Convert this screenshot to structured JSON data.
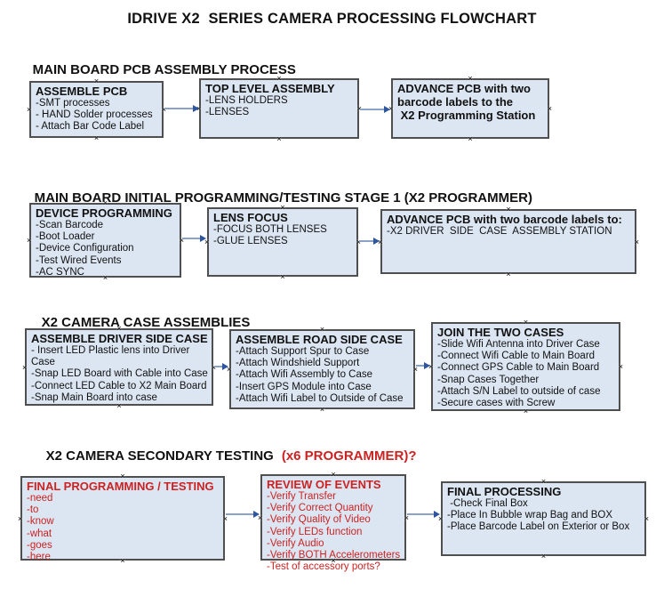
{
  "title": "IDRIVE X2  SERIES CAMERA PROCESSING FLOWCHART",
  "handle_glyph": "×",
  "colors": {
    "box_fill": "#dce6f2",
    "box_border": "#4f4f4f",
    "accent_red": "#cc2222",
    "arrow_line": "#8aa2c8",
    "arrow_head": "#2d55a0",
    "text_black": "#111111",
    "background": "#ffffff"
  },
  "sections": [
    {
      "heading": "MAIN BOARD PCB ASSEMBLY PROCESS",
      "boxes": [
        {
          "title": "ASSEMBLE PCB",
          "items": [
            "-SMT processes",
            "- HAND Solder processes",
            "- Attach Bar Code Label"
          ]
        },
        {
          "title": "TOP LEVEL ASSEMBLY",
          "items": [
            "-LENS HOLDERS",
            "-LENSES"
          ]
        },
        {
          "title": "ADVANCE PCB with two\nbarcode labels to the\n X2 Programming Station",
          "items": []
        }
      ]
    },
    {
      "heading": "MAIN BOARD INITIAL PROGRAMMING/TESTING STAGE 1 (X2 PROGRAMMER)",
      "boxes": [
        {
          "title": "DEVICE PROGRAMMING",
          "items": [
            "-Scan Barcode",
            "-Boot Loader",
            "-Device Configuration",
            "-Test Wired Events",
            "-AC SYNC"
          ]
        },
        {
          "title": "LENS FOCUS",
          "items": [
            "-FOCUS BOTH LENSES",
            "-GLUE LENSES"
          ]
        },
        {
          "title": "ADVANCE PCB with two barcode labels to:",
          "items": [
            "-X2 DRIVER  SIDE  CASE  ASSEMBLY STATION"
          ]
        }
      ]
    },
    {
      "heading": "X2 CAMERA CASE ASSEMBLIES",
      "boxes": [
        {
          "title": "ASSEMBLE DRIVER SIDE CASE",
          "items": [
            "- Insert LED Plastic lens into Driver Case",
            "-Snap LED Board with Cable into Case",
            "-Connect LED Cable to X2 Main Board",
            "-Snap Main Board into case"
          ]
        },
        {
          "title": "ASSEMBLE ROAD SIDE CASE",
          "items": [
            "-Attach Support Spur to Case",
            "-Attach Windshield Support",
            "-Attach Wifi Assembly to Case",
            "-Insert GPS Module into Case",
            "-Attach Wifi Label to Outside of Case"
          ]
        },
        {
          "title": "JOIN THE TWO CASES",
          "items": [
            "-Slide Wifi Antenna into Driver Case",
            "-Connect Wifi Cable to Main Board",
            "-Connect GPS Cable to Main Board",
            "-Snap Cases Together",
            "-Attach S/N Label to outside of case",
            "-Secure cases with Screw"
          ]
        }
      ]
    },
    {
      "heading": "X2 CAMERA SECONDARY TESTING",
      "heading_suffix": "(x6 PROGRAMMER)?",
      "boxes": [
        {
          "title": "FINAL PROGRAMMING / TESTING",
          "items": [
            "-need",
            "-to",
            "-know",
            "-what",
            "-goes",
            "-here"
          ]
        },
        {
          "title": "REVIEW OF EVENTS",
          "items": [
            "-Verify Transfer",
            "-Verify Correct Quantity",
            "-Verify Quality of Video",
            "-Verify LEDs function",
            "-Verify Audio",
            "-Verify BOTH Accelerometers",
            "-Test of accessory ports?"
          ]
        },
        {
          "title": "FINAL PROCESSING",
          "items": [
            " -Check Final Box",
            "-Place In Bubble wrap Bag and BOX",
            "-Place Barcode Label on Exterior or Box"
          ]
        }
      ]
    }
  ]
}
